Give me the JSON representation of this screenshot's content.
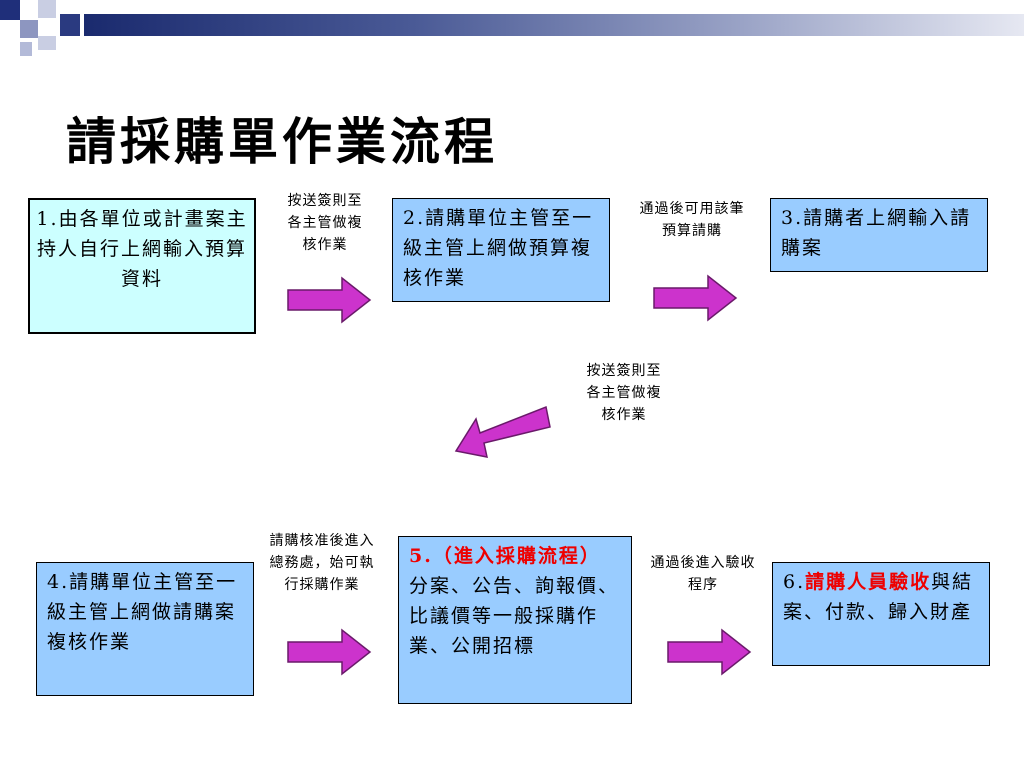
{
  "title": "請採購單作業流程",
  "colors": {
    "box_fill": "#99ccff",
    "first_box_fill": "#ccffff",
    "arrow_fill": "#cc33cc",
    "highlight_text": "#ee0000"
  },
  "steps": [
    {
      "num": "1.",
      "text": "由各單位或計畫案主持人自行上網輸入預算資料"
    },
    {
      "num": "2.",
      "text": "請購單位主管至一級主管上網做預算複核作業"
    },
    {
      "num": "3.",
      "text": "請購者上網輸入請購案"
    },
    {
      "num": "4.",
      "text": "請購單位主管至一級主管上網做請購案複核作業"
    },
    {
      "num": "5.",
      "highlight": "（進入採購流程）",
      "text": "分案、公告、詢報價、比議價等一般採購作業、公開招標"
    },
    {
      "num": "6.",
      "highlight": "請購人員驗收",
      "text": "與結案、付款、歸入財產"
    }
  ],
  "notes": [
    {
      "text": "按送簽則至各主管做複核作業"
    },
    {
      "text": "通過後可用該筆預算請購"
    },
    {
      "text": "按送簽則至各主管做複核作業"
    },
    {
      "text": "請購核准後進入總務處，始可執行採購作業"
    },
    {
      "text": "通過後進入驗收程序"
    }
  ]
}
